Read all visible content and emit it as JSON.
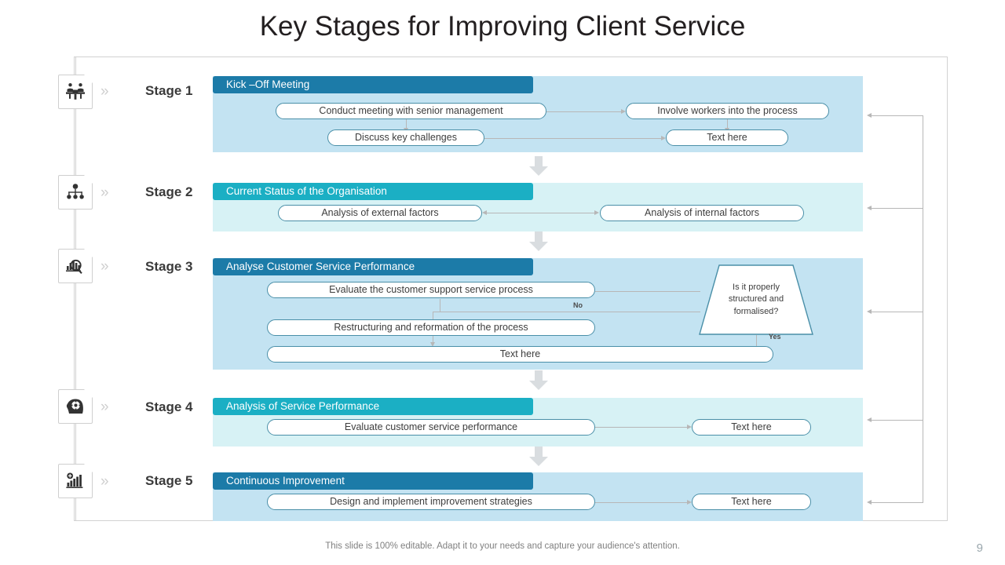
{
  "slide": {
    "title": "Key Stages for Improving Client Service",
    "footer_note": "This slide is 100% editable. Adapt it to your needs and capture your audience's attention.",
    "page_number": "9"
  },
  "colors": {
    "banner_dark_blue": "#1c7ba8",
    "banner_teal": "#1bafc4",
    "panel_light_blue": "#c3e3f2",
    "panel_light_cyan": "#d7f2f5",
    "pill_border": "#4a8fa8",
    "connector": "#b7b7b7",
    "block_arrow": "#d9dde0",
    "title_color": "#231f20",
    "footer_color": "#808080"
  },
  "stages": [
    {
      "id": "stage-1",
      "label": "Stage 1",
      "icon": "meeting-people-icon",
      "banner": "Kick –Off Meeting",
      "banner_color": "#1c7ba8",
      "panel_color": "#c3e3f2",
      "boxes": [
        {
          "name": "conduct-meeting-box",
          "text": "Conduct meeting with senior management"
        },
        {
          "name": "involve-workers-box",
          "text": "Involve workers into the process"
        },
        {
          "name": "discuss-challenges-box",
          "text": "Discuss key challenges"
        },
        {
          "name": "text-here-box",
          "text": "Text here"
        }
      ]
    },
    {
      "id": "stage-2",
      "label": "Stage 2",
      "icon": "org-hierarchy-icon",
      "banner": "Current Status of the Organisation",
      "banner_color": "#1bafc4",
      "panel_color": "#d7f2f5",
      "boxes": [
        {
          "name": "external-factors-box",
          "text": "Analysis of external factors"
        },
        {
          "name": "internal-factors-box",
          "text": "Analysis of internal factors"
        }
      ]
    },
    {
      "id": "stage-3",
      "label": "Stage 3",
      "icon": "magnifier-chart-icon",
      "banner": "Analyse Customer Service Performance",
      "banner_color": "#1c7ba8",
      "panel_color": "#c3e3f2",
      "boxes": [
        {
          "name": "evaluate-support-process-box",
          "text": "Evaluate the customer support service process"
        },
        {
          "name": "restructuring-box",
          "text": "Restructuring and reformation of the process"
        },
        {
          "name": "text-here-box",
          "text": "Text here"
        }
      ],
      "decision": {
        "name": "decision-trapezoid",
        "text": "Is it properly structured and formalised?",
        "no_label": "No",
        "yes_label": "Yes"
      }
    },
    {
      "id": "stage-4",
      "label": "Stage 4",
      "icon": "head-gear-icon",
      "banner": "Analysis of Service Performance",
      "banner_color": "#1bafc4",
      "panel_color": "#d7f2f5",
      "boxes": [
        {
          "name": "evaluate-performance-box",
          "text": "Evaluate customer service performance"
        },
        {
          "name": "text-here-box",
          "text": "Text here"
        }
      ]
    },
    {
      "id": "stage-5",
      "label": "Stage 5",
      "icon": "growth-chart-icon",
      "banner": "Continuous Improvement",
      "banner_color": "#1c7ba8",
      "panel_color": "#c3e3f2",
      "boxes": [
        {
          "name": "improvement-strategies-box",
          "text": "Design and implement improvement strategies"
        },
        {
          "name": "text-here-box",
          "text": "Text here"
        }
      ]
    }
  ]
}
